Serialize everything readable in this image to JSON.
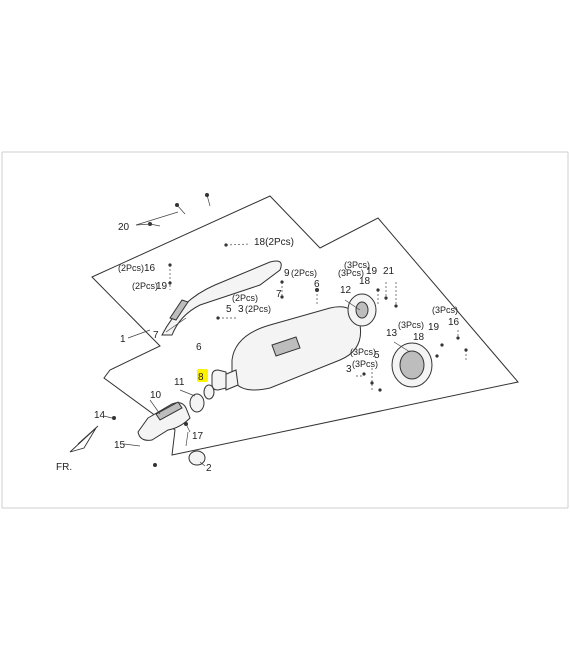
{
  "diagram": {
    "callouts": {
      "c20": "20",
      "c18a": "18(2Pcs)",
      "c16a": "16",
      "c16a_qty": "(2Pcs)",
      "c19a": "19",
      "c19a_qty": "(2Pcs)",
      "c9": "9",
      "c9_qty": "(2Pcs)",
      "c7a": "7",
      "c7b": "7",
      "c7b_qty": "(2Pcs)",
      "c5a": "5",
      "c3a": "3",
      "c3a_qty": "(2Pcs)",
      "c6a": "6",
      "c6b": "6",
      "c1": "1",
      "c12": "12",
      "c18b": "18",
      "c18b_qty": "(3Pcs)",
      "c19b": "19",
      "c19b_qty": "(3Pcs)",
      "c21": "21",
      "c13": "13",
      "c3b_qty": "(3Pcs)",
      "c5b": "5",
      "c3b": "3",
      "c3c_qty": "(3Pcs)",
      "c19c": "19",
      "c19c_qty": "(3Pcs)",
      "c18c": "18",
      "c16b": "16",
      "c16b_qty": "(3Pcs)",
      "c11": "11",
      "c8": "8",
      "c10": "10",
      "c14": "14",
      "c15": "15",
      "c17": "17",
      "c2": "2",
      "front": "FR."
    },
    "highlight_color": "#fff200"
  }
}
